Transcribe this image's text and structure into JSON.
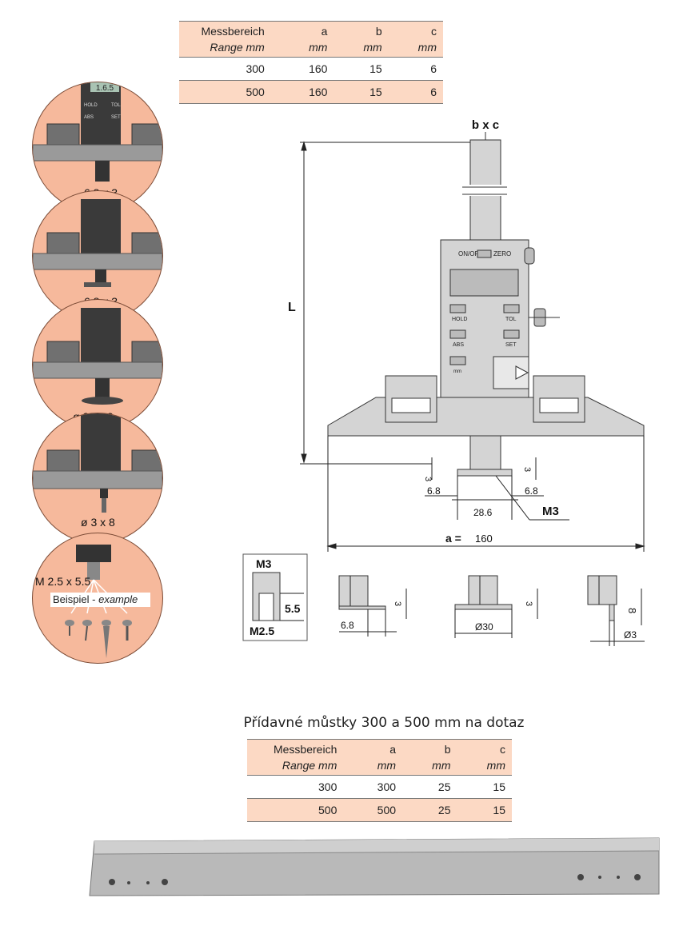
{
  "table1": {
    "header": {
      "col0_de": "Messbereich",
      "col0_en": "Range mm",
      "col1": "a",
      "col1_unit": "mm",
      "col2": "b",
      "col2_unit": "mm",
      "col3": "c",
      "col3_unit": "mm"
    },
    "rows": [
      {
        "range": "300",
        "a": "160",
        "b": "15",
        "c": "6"
      },
      {
        "range": "500",
        "a": "160",
        "b": "15",
        "c": "6"
      }
    ]
  },
  "circles": [
    {
      "label": "6,8 x 3"
    },
    {
      "label": "6,8 x 3"
    },
    {
      "label": "ø 30 x 3"
    },
    {
      "label": "ø 3 x 8"
    },
    {
      "label": "M 2.5 x 5.5",
      "note_de": "Beispiel",
      "note_sep": " - ",
      "note_en": "example"
    }
  ],
  "device_labels": {
    "display": "1.6.5",
    "hold": "HOLD",
    "tol": "TOL",
    "abs": "ABS",
    "set": "SET",
    "mm": "mm",
    "onoff": "ON/OFF",
    "zero": "ZERO"
  },
  "drawing": {
    "bxc": "b x c",
    "L": "L",
    "dim3_left": "3",
    "dim3_right": "3",
    "dim68_left": "6.8",
    "dim68_right": "6.8",
    "dim286": "28.6",
    "m3": "M3",
    "a_label": "a =",
    "a_value": "160"
  },
  "details": {
    "m3": "M3",
    "m25": "M2.5",
    "d55": "5.5",
    "d1_3": "3",
    "d1_68": "6.8",
    "d2_3": "3",
    "d2_30": "Ø30",
    "d3_8": "8",
    "d3_3": "Ø3"
  },
  "caption": "Přídavné můstky 300 a 500 mm na dotaz",
  "table2": {
    "header": {
      "col0_de": "Messbereich",
      "col0_en": "Range mm",
      "col1": "a",
      "col1_unit": "mm",
      "col2": "b",
      "col2_unit": "mm",
      "col3": "c",
      "col3_unit": "mm"
    },
    "rows": [
      {
        "range": "300",
        "a": "300",
        "b": "25",
        "c": "15"
      },
      {
        "range": "500",
        "a": "500",
        "b": "25",
        "c": "15"
      }
    ]
  }
}
